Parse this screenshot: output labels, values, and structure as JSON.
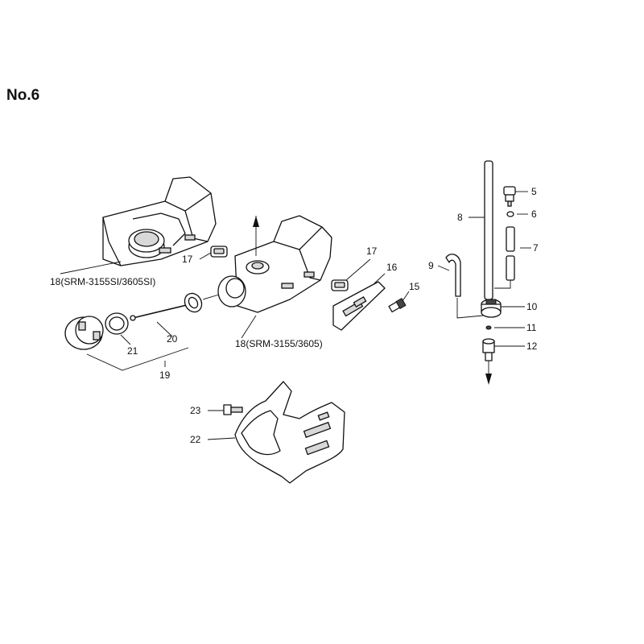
{
  "page_title": "No.6",
  "labels": {
    "p5": "5",
    "p6": "6",
    "p7": "7",
    "p8": "8",
    "p9": "9",
    "p10": "10",
    "p11": "11",
    "p12": "12",
    "p15": "15",
    "p16": "16",
    "p17a": "17",
    "p17b": "17",
    "p18a": "18(SRM-3155SI/3605SI)",
    "p18b": "18(SRM-3155/3605)",
    "p19": "19",
    "p20": "20",
    "p21": "21",
    "p22": "22",
    "p23": "23"
  }
}
